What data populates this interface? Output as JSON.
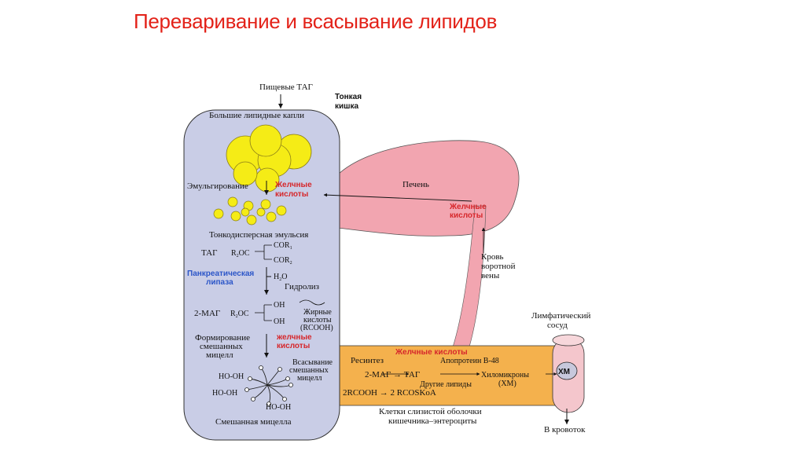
{
  "title": "Переваривание и всасывание липидов",
  "labels": {
    "food_tag": "Пищевые ТАГ",
    "small_intestine_1": "Тонкая",
    "small_intestine_2": "кишка",
    "big_droplets": "Большие липидные капли",
    "emulsification": "Эмульгирование",
    "bile_acids_1a": "Желчные",
    "bile_acids_1b": "кислоты",
    "liver": "Печень",
    "bile_acids_liver_a": "Желчные",
    "bile_acids_liver_b": "кислоты",
    "fine_emulsion": "Тонкодисперсная эмульсия",
    "tag": "ТАГ",
    "r2oc": "R",
    "r2oc_sub": "2",
    "r2oc_tail": "OC",
    "cor1": "COR",
    "cor1_sub": "1",
    "cor2": "COR",
    "cor2_sub": "2",
    "pancreatic_lipase_a": "Панкреатическая",
    "pancreatic_lipase_b": "липаза",
    "h2o": "H",
    "h2o_sub": "2",
    "h2o_tail": "O",
    "hydrolysis": "Гидролиз",
    "mag2": "2-МАГ",
    "r2oc2": "R",
    "r2oc2_sub": "2",
    "r2oc2_tail": "OC",
    "oh1": "OH",
    "oh2": "OH",
    "fatty_acids_a": "Жирные",
    "fatty_acids_b": "кислоты",
    "fatty_acids_c": "(RCOOH)",
    "micelle_form_a": "Формирование",
    "micelle_form_b": "смешанных",
    "micelle_form_c": "мицелл",
    "bile_acids_2a": "желчные",
    "bile_acids_2b": "кислоты",
    "absorb_a": "Всасывание",
    "absorb_b": "смешанных",
    "absorb_c": "мицелл",
    "mixed_micelle": "Смешанная мицелла",
    "hooh": "HO-OH",
    "blood_a": "Кровь",
    "blood_b": "воротной",
    "blood_c": "вены",
    "lymph_a": "Лимфатический",
    "lymph_b": "сосуд",
    "bile_acids_3": "Желчные кислоты",
    "resynthesis": "Ресинтез",
    "apoprotein": "Апопротеин В-48",
    "mag_tag": "2-МАГ → ТАГ",
    "chylomicrons_a": "Хиломикроны",
    "chylomicrons_b": "(ХМ)",
    "other_lipids": "Другие липиды",
    "rcooh": "2RCOOH → 2 RCOSKoA",
    "enterocytes_a": "Клетки слизистой оболочки",
    "enterocytes_b": "кишечника–энтероциты",
    "xm": "ХМ",
    "to_blood": "В кровоток"
  },
  "colors": {
    "title": "#e32219",
    "intestine": "#c9cde6",
    "liver": "#f2a5b0",
    "enterocyte": "#f4b14d",
    "droplet": "#f5ec16",
    "bile_red": "#d6272b",
    "lipase_blue": "#2b55c8",
    "lymph": "#f4c6cc"
  }
}
